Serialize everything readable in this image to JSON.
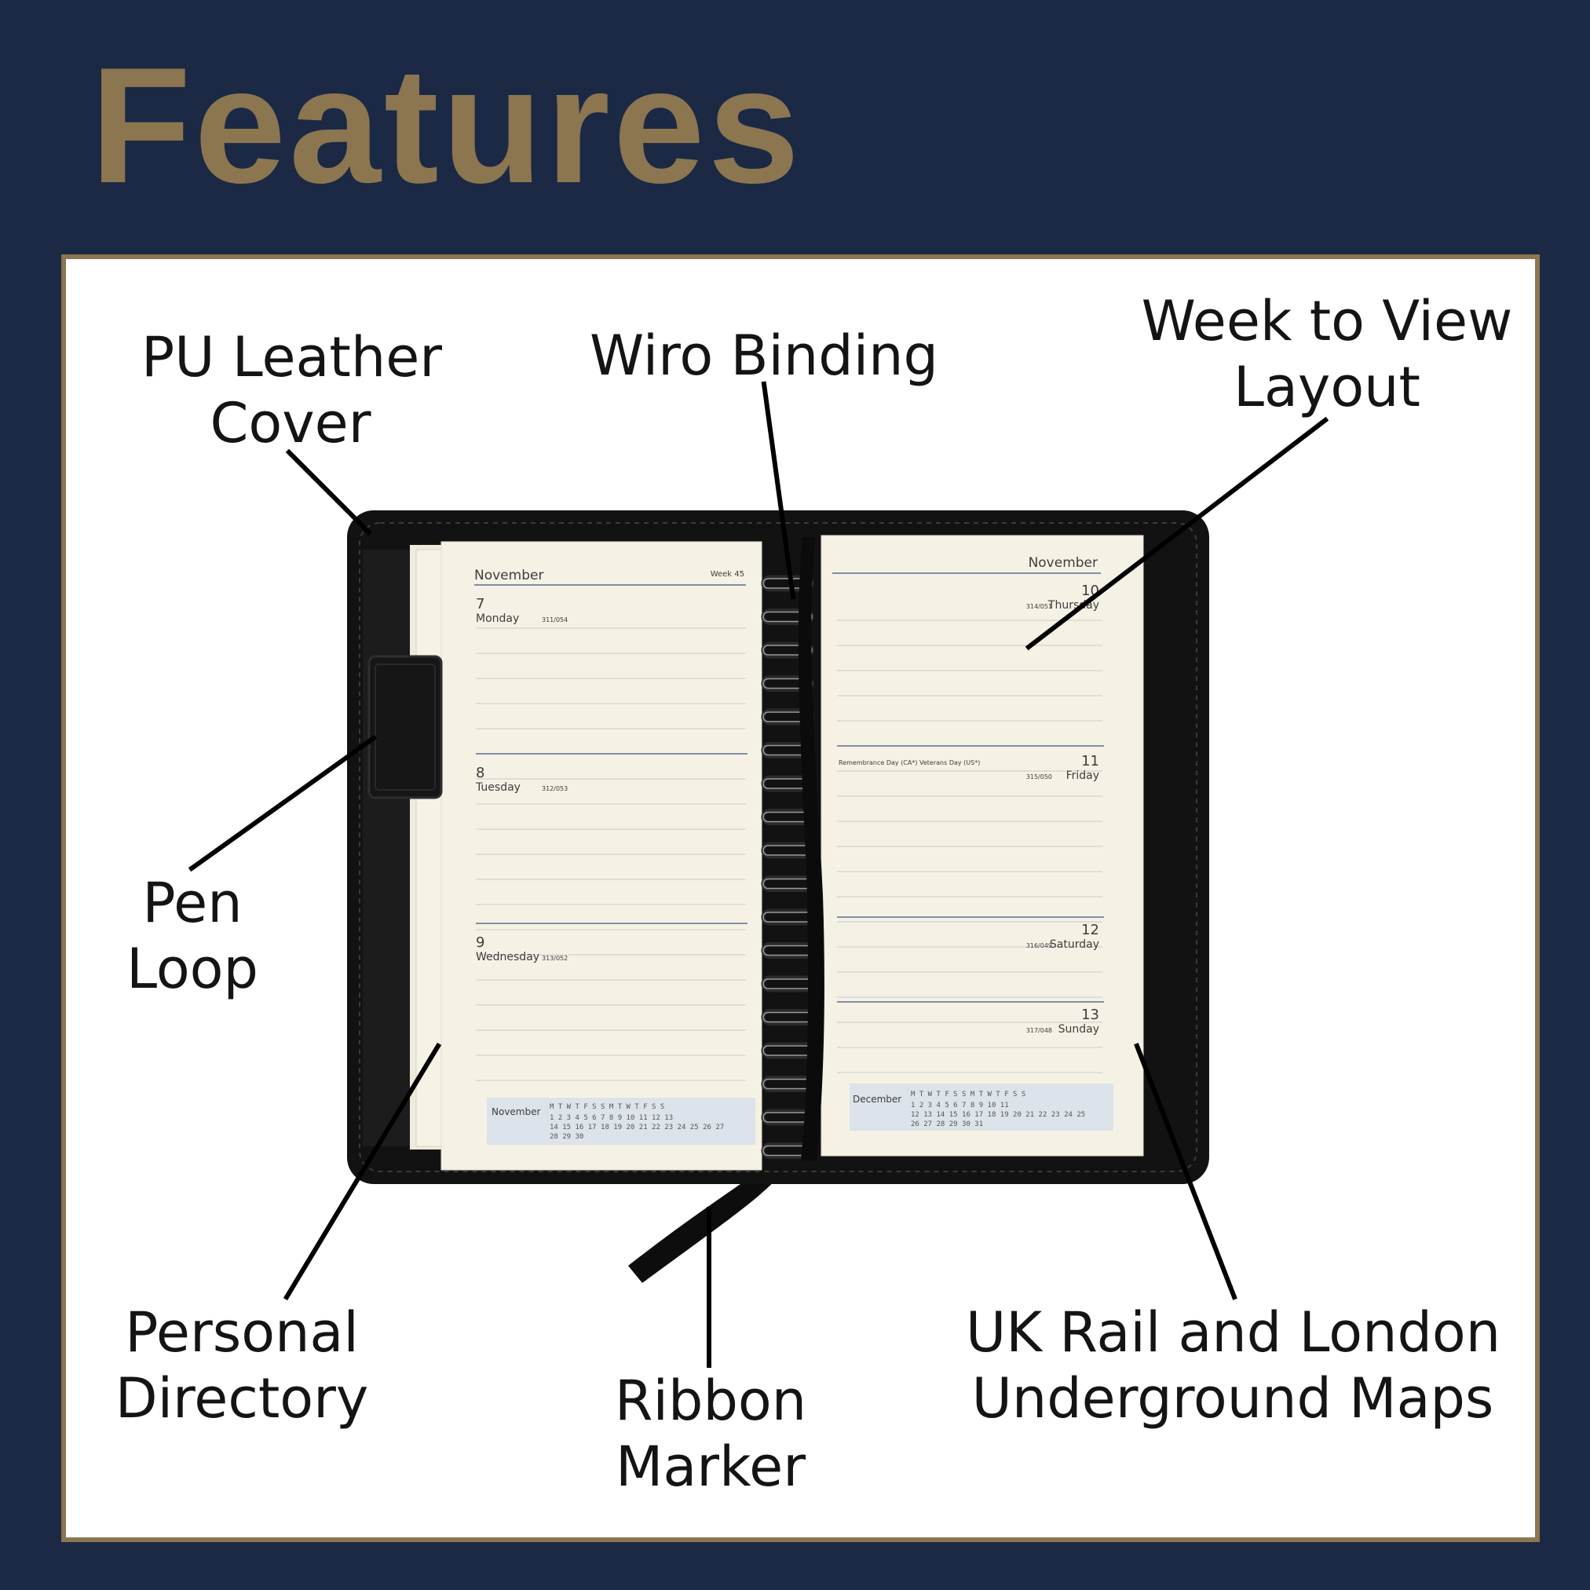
{
  "title": "Features",
  "callouts": {
    "pu_leather_cover": [
      "PU Leather",
      "Cover"
    ],
    "wiro_binding": [
      "Wiro Binding"
    ],
    "week_to_view": [
      "Week to View",
      "Layout"
    ],
    "pen_loop": [
      "Pen",
      "Loop"
    ],
    "personal_directory": [
      "Personal",
      "Directory"
    ],
    "ribbon_marker": [
      "Ribbon",
      "Marker"
    ],
    "uk_rail_maps": [
      "UK Rail and London",
      "Underground Maps"
    ]
  },
  "planner": {
    "left_month": "November",
    "week": "Week 45",
    "right_month": "November",
    "days": [
      {
        "num": "7",
        "name": "Monday",
        "code": "311/054"
      },
      {
        "num": "8",
        "name": "Tuesday",
        "code": "312/053"
      },
      {
        "num": "9",
        "name": "Wednesday",
        "code": "313/052"
      },
      {
        "num": "10",
        "name": "Thursday",
        "code": "314/051"
      },
      {
        "num": "11",
        "name": "Friday",
        "code": "315/050"
      },
      {
        "num": "12",
        "name": "Saturday",
        "code": "316/049"
      },
      {
        "num": "13",
        "name": "Sunday",
        "code": "317/048"
      }
    ],
    "holiday_note": "Remembrance Day (CA*)  Veterans Day (US*)",
    "mini_cal_left": {
      "month": "November",
      "header": "M T W T F S S M T W T F S S",
      "rows": [
        "  1  2  3  4  5  6  7  8  9 10 11 12 13",
        "14 15 16 17 18 19 20 21 22 23 24 25 26 27",
        "28 29 30"
      ]
    },
    "mini_cal_right": {
      "month": "December",
      "header": "M T W T F S S M T W T F S S",
      "rows": [
        "   1  2  3  4  5  6  7  8  9 10 11",
        "12 13 14 15 16 17 18 19 20 21 22 23 24 25",
        "26 27 28 29 30 31"
      ]
    }
  },
  "colors": {
    "navy": "#1c2945",
    "gold": "#8b7650",
    "panel": "#ffffff",
    "leather": "#121212",
    "paper": "#f5f1e4"
  }
}
